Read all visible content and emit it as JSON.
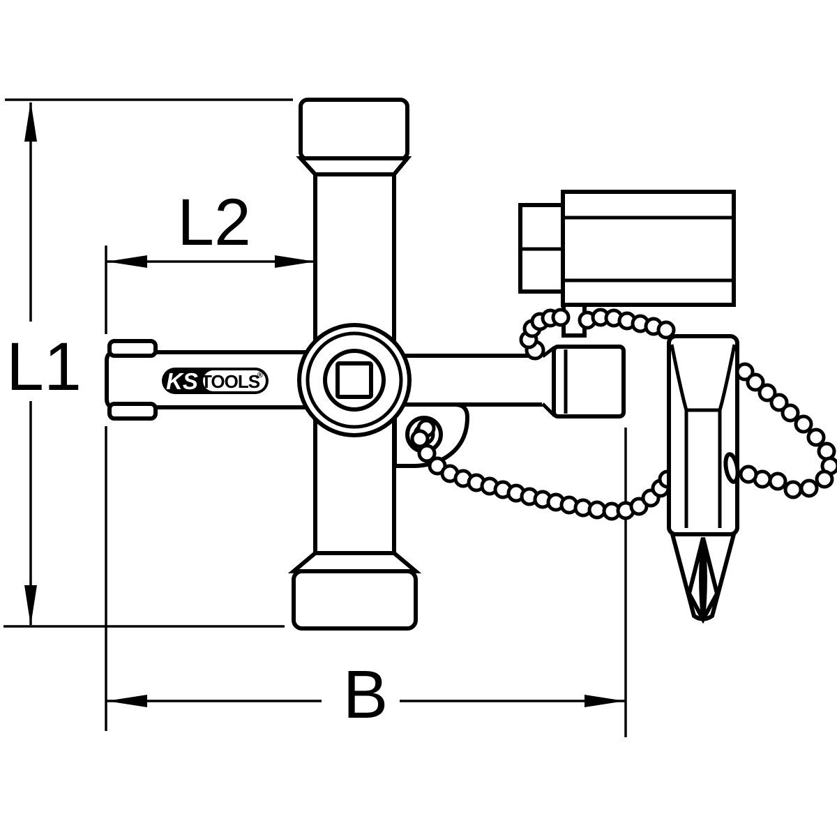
{
  "drawing": {
    "type": "technical-dimension-drawing",
    "colors": {
      "line": "#000000",
      "background": "#ffffff"
    },
    "dimension_labels": {
      "l1": "L1",
      "l2": "L2",
      "b": "B"
    },
    "logo": {
      "ks": "KS",
      "tools": "TOOLS",
      "registered_mark": "®"
    }
  }
}
